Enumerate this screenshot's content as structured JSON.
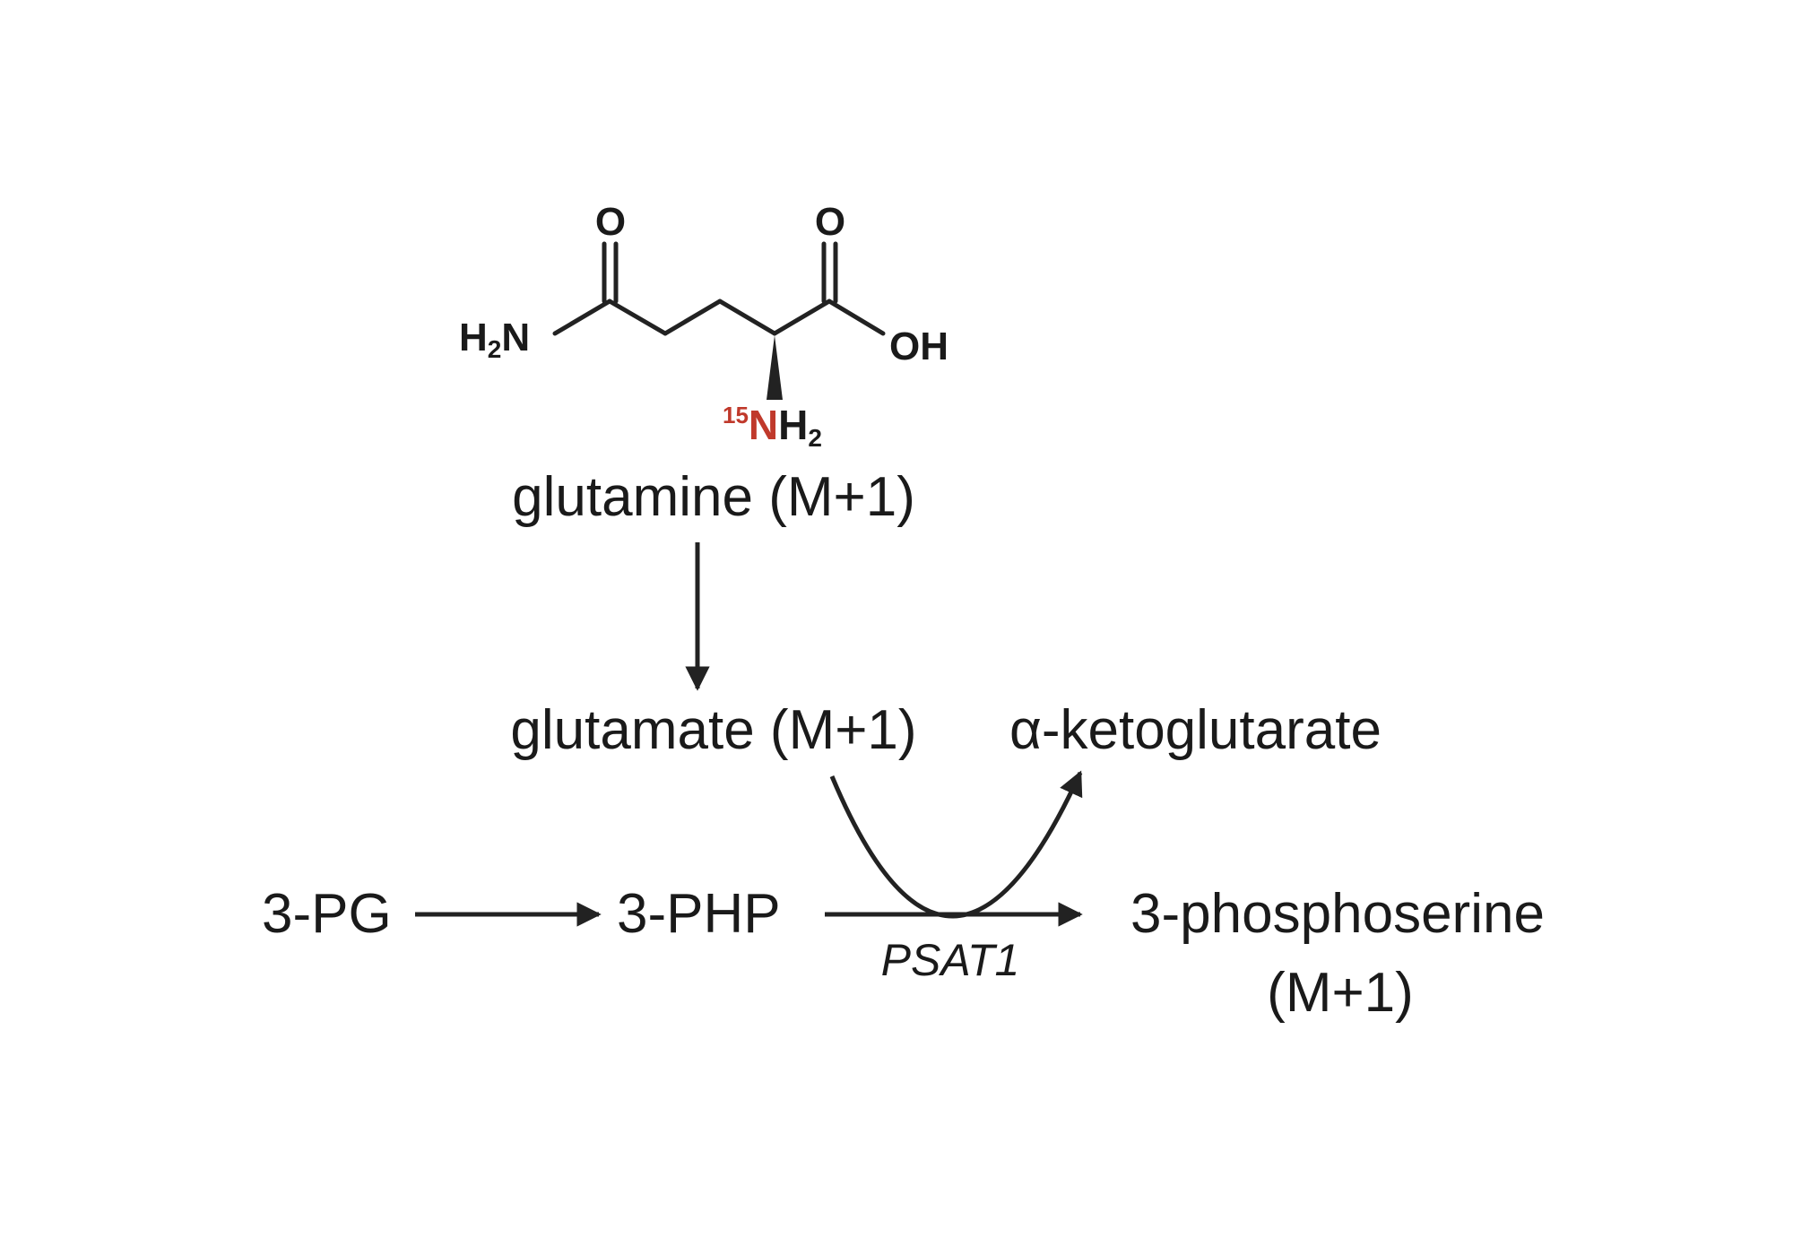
{
  "molecule": {
    "carbonyl_o_left": "O",
    "carbonyl_o_right": "O",
    "amide_h": "H",
    "amide_sub": "2",
    "amide_n": "N",
    "hydroxyl": "OH",
    "isotope_mass": "15",
    "isotope_n": "N",
    "amine_h": "H",
    "amine_sub": "2",
    "isotope_color": "#c0392b"
  },
  "labels": {
    "glutamine": "glutamine (M+1)",
    "glutamate": "glutamate (M+1)",
    "akg": "α-ketoglutarate",
    "pg": "3-PG",
    "php": "3-PHP",
    "enzyme": "PSAT1",
    "phosphoserine": "3-phosphoserine",
    "phosphoserine_suffix": "(M+1)"
  },
  "colors": {
    "ink": "#1a1a1a",
    "background": "#ffffff"
  }
}
